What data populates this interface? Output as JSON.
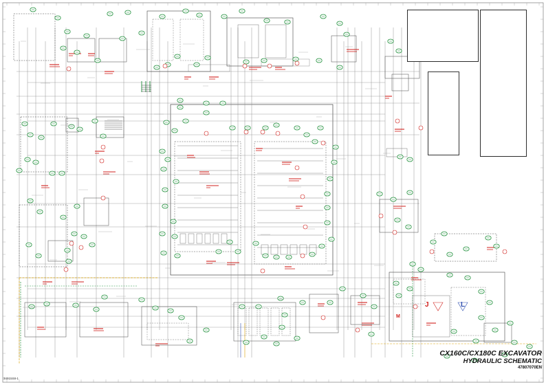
{
  "title": {
    "line1": "CX160C/CX180C EXCAVATOR",
    "line2": "HYDRAULIC SCHEMATIC",
    "line3": "47807070EN"
  },
  "reference": "34915S8-1",
  "symbols": {
    "M": "M",
    "J": "J",
    "L": "L"
  },
  "colors": {
    "line": "#4a4a4a",
    "red": "#d0201c",
    "green": "#1f8f3a",
    "bubble": "#1f8f3a",
    "orange": "#d9a000",
    "blue": "#3050b0"
  }
}
